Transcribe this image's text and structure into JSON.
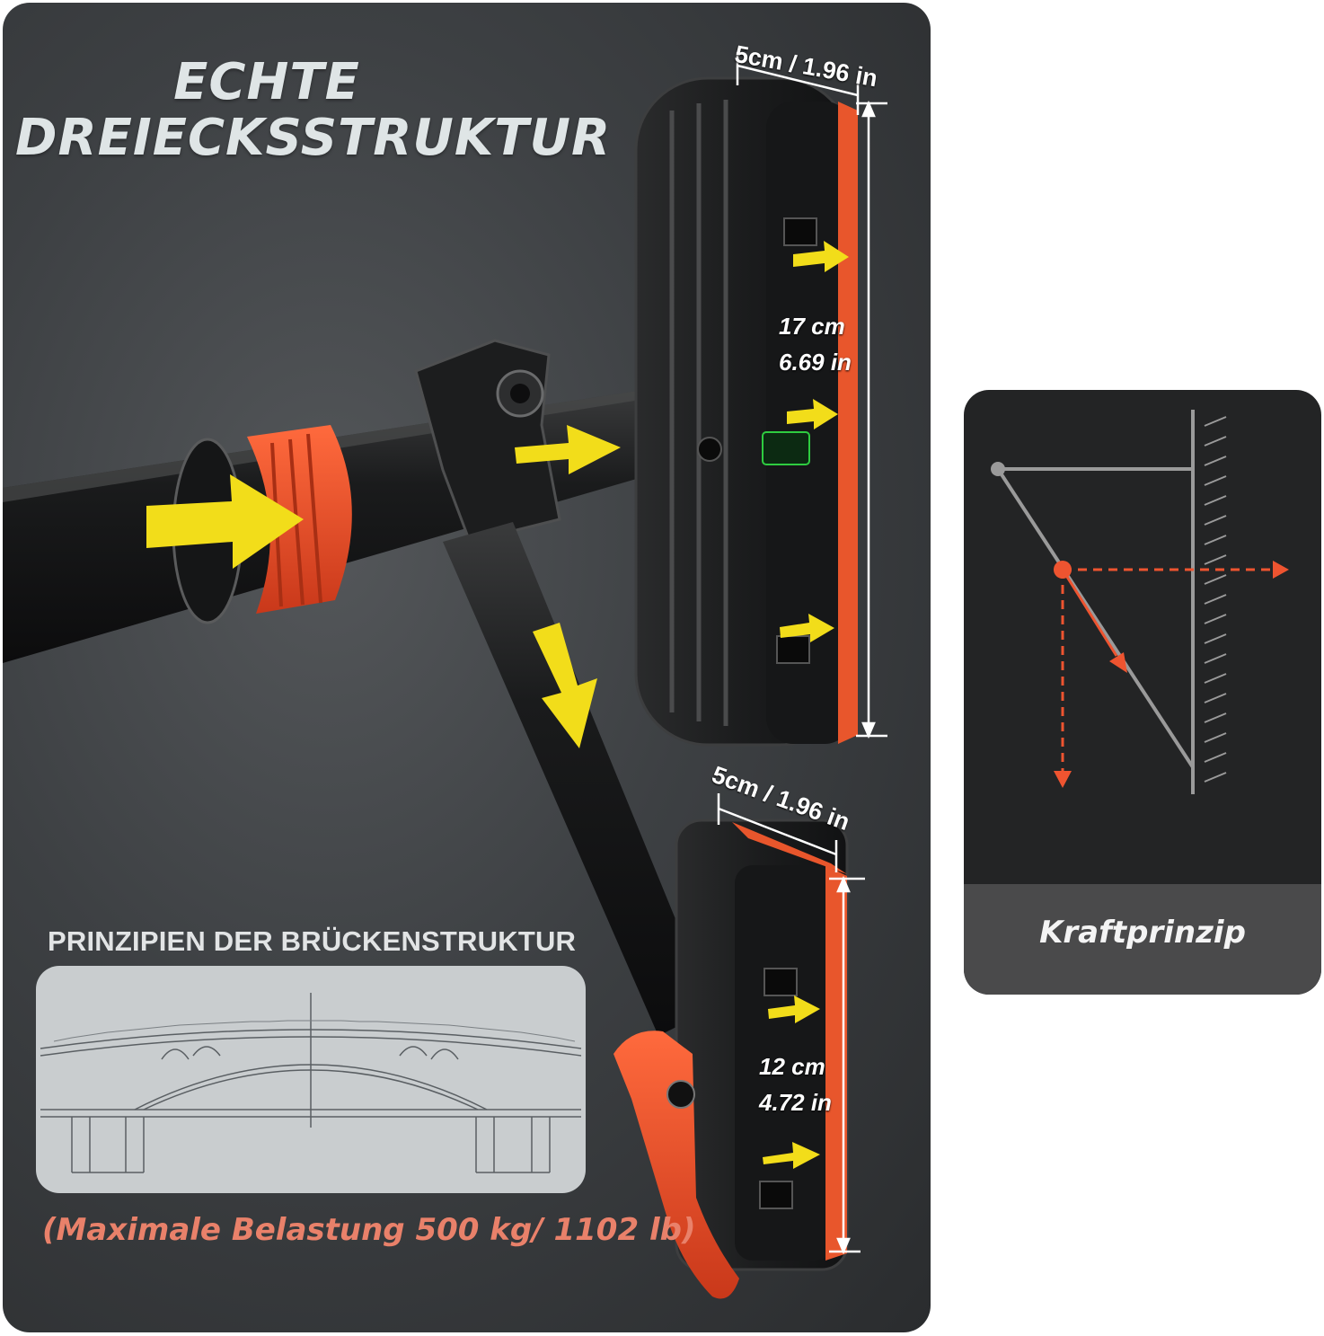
{
  "main_panel": {
    "title_line1": "ECHTE",
    "title_line2": "DREIECKSSTRUKTUR",
    "top_width": "5cm / 1.96 in",
    "top_height_cm": "17 cm",
    "top_height_in": "6.69 in",
    "bottom_width": "5cm / 1.96 in",
    "bottom_height_cm": "12 cm",
    "bottom_height_in": "4.72 in",
    "bridge_heading": "PRINZIPIEN DER BRÜCKENSTRUKTUR",
    "max_load": "(Maximale Belastung 500 kg/ 1102 lb)"
  },
  "side_panel": {
    "label": "Kraftprinzip"
  },
  "colors": {
    "accent_orange": "#e8562c",
    "arrow_yellow": "#f2dd1a",
    "panel_dark": "#3d4043"
  }
}
